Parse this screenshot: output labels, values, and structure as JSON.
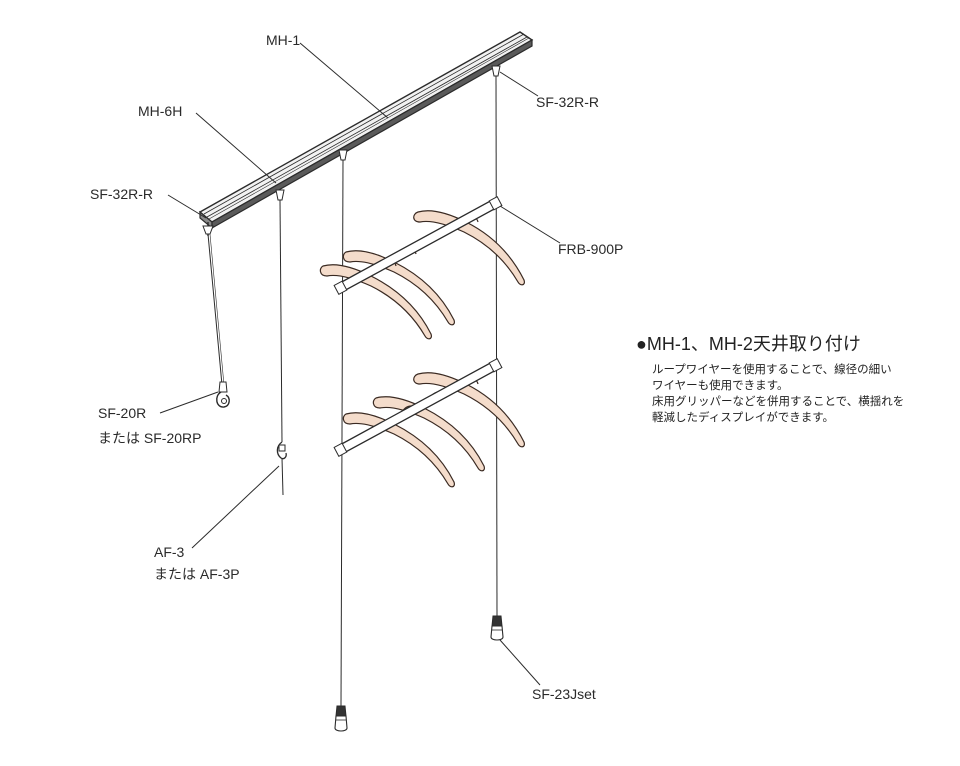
{
  "labels": {
    "mh1": "MH-1",
    "mh6h": "MH-6H",
    "sf32rr_left": "SF-32R-R",
    "sf32rr_right": "SF-32R-R",
    "frb900p": "FRB-900P",
    "sf20r": "SF-20R",
    "sf20r_alt": "または SF-20RP",
    "af3": "AF-3",
    "af3_alt": "または AF-3P",
    "sf23jset": "SF-23Jset"
  },
  "info": {
    "heading": "●MH-1、MH-2天井取り付け",
    "lines": [
      "ループワイヤーを使用することで、線径の細い",
      "ワイヤーも使用できます。",
      "床用グリッパーなどを併用することで、横揺れを",
      "軽減したディスプレイができます。"
    ]
  },
  "colors": {
    "line": "#2b2b2b",
    "rail_top": "#f2f2f2",
    "rail_side": "#5a5a5a",
    "hanger": "#f4dccb",
    "hanger_edge": "#3a2a22",
    "bar": "#ffffff"
  }
}
